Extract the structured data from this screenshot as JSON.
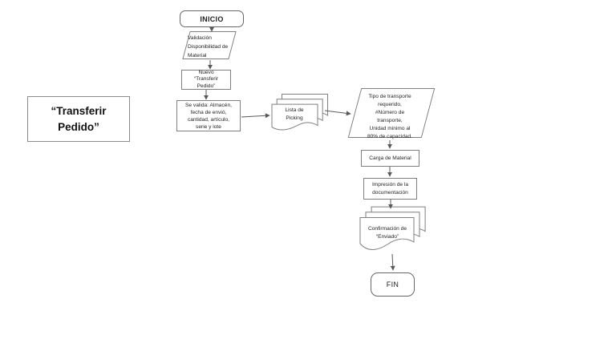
{
  "title_box": {
    "label": "“Transferir\nPedido”"
  },
  "nodes": {
    "inicio": "INICIO",
    "validacion": "Validación\nDisponibilidad de\nMaterial",
    "nuevo": "Nuevo\n“Transferir\nPedido”",
    "se_valida": "Se valida: Almacén,\nfecha de envió,\ncantidad, artículo,\nserie y lote",
    "lista_picking": "Lista de\nPicking",
    "tipo_transporte": "Tipo de transporte\nrequerido,\n#Número de\ntransporte,\nUnidad minimo al\n80% de capacidad.",
    "carga": "Carga de Material",
    "impresion": "Impresión de la\ndocumentación",
    "confirmacion": "Confirmación de\n“Enviado”",
    "fin": "FIN"
  },
  "colors": {
    "background": "#ffffff",
    "shape_border": "#7f7f7f",
    "arrow": "#595959",
    "text": "#1f1f1f"
  }
}
